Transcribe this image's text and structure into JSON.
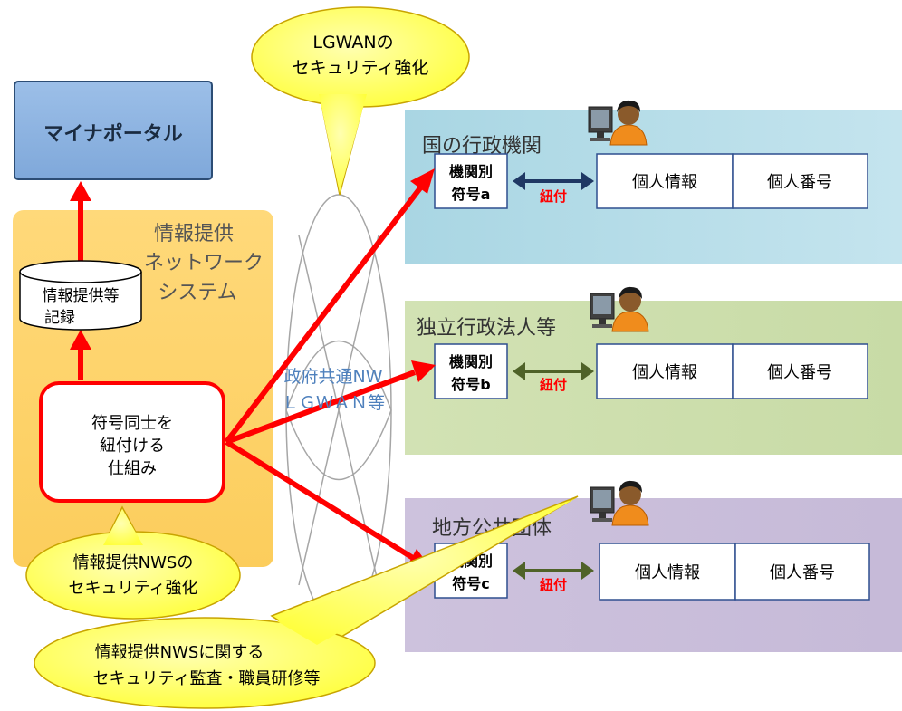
{
  "portal": {
    "label": "マイナポータル"
  },
  "network_system": {
    "title_line1": "情報提供",
    "title_line2": "ネットワーク",
    "title_line3": "システム",
    "record_line1": "情報提供等",
    "record_line2": "記録",
    "mechanism_line1": "符号同士を",
    "mechanism_line2": "紐付ける",
    "mechanism_line3": "仕組み"
  },
  "network": {
    "label_line1": "政府共通NW",
    "label_line2": "ＬＧＷＡＮ等"
  },
  "callouts": {
    "lgwan_line1": "LGWANの",
    "lgwan_line2": "セキュリティ強化",
    "nws_line1": "情報提供NWSの",
    "nws_line2": "セキュリティ強化",
    "audit_line1": "情報提供NWSに関する",
    "audit_line2": "セキュリティ監査・職員研修等"
  },
  "orgs": [
    {
      "name": "国の行政機関",
      "code_line1": "機関別",
      "code_line2": "符号a",
      "link": "紐付",
      "info": "個人情報",
      "number": "個人番号"
    },
    {
      "name": "独立行政法人等",
      "code_line1": "機関別",
      "code_line2": "符号b",
      "link": "紐付",
      "info": "個人情報",
      "number": "個人番号"
    },
    {
      "name": "地方公共団体",
      "code_line1": "機関別",
      "code_line2": "符号c",
      "link": "紐付",
      "info": "個人情報",
      "number": "個人番号"
    }
  ],
  "colors": {
    "portal": "#8db3e2",
    "nws_panel": "#fcd46c",
    "org_a": "#b7dde8",
    "org_b": "#d7e4bd",
    "org_c": "#ccc1da",
    "arrow": "#ff0000",
    "link_a": "#1f3864",
    "link_bc": "#4f6228",
    "callout": "#ffff66",
    "callout_border": "#c8a400",
    "network_label": "#4f81bd"
  }
}
